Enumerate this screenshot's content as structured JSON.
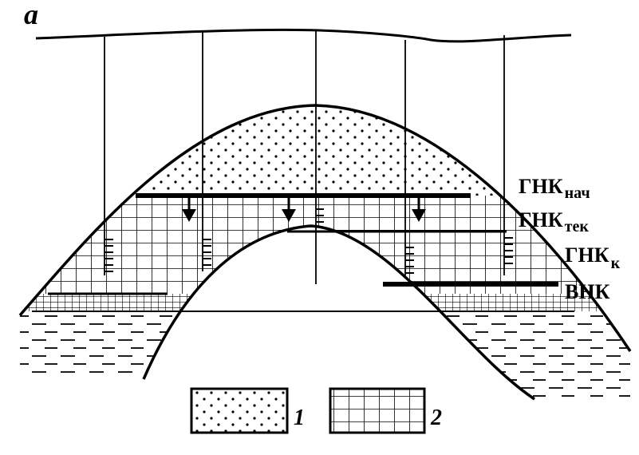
{
  "panel_label": "а",
  "contacts": [
    {
      "main": "ГНК",
      "sub": "нач"
    },
    {
      "main": "ГНК",
      "sub": "тек"
    },
    {
      "main": "ГНК",
      "sub": "к"
    },
    {
      "main": "ВНК",
      "sub": ""
    }
  ],
  "legend": [
    {
      "number": "1",
      "pattern": "dots"
    },
    {
      "number": "2",
      "pattern": "grid"
    }
  ],
  "colors": {
    "ink": "#000000",
    "background": "#ffffff"
  }
}
